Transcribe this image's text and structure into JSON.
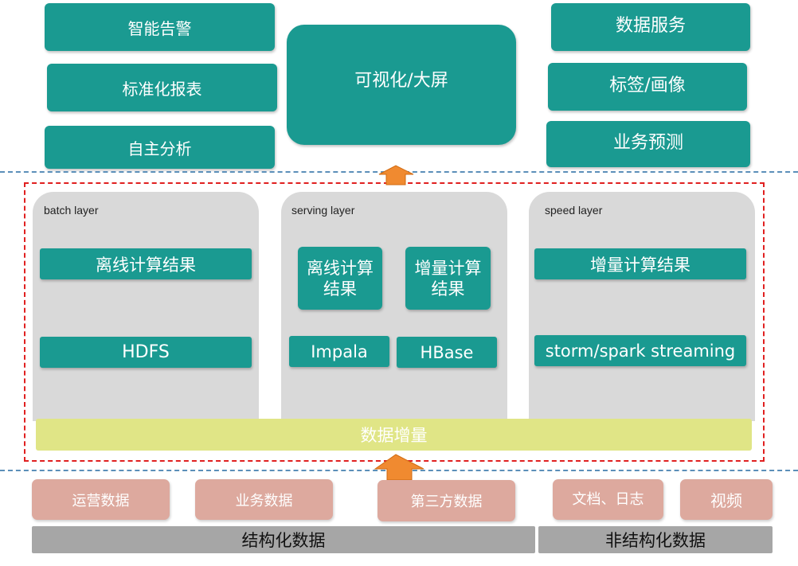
{
  "top_layer": {
    "left": [
      "智能告警",
      "标准化报表",
      "自主分析"
    ],
    "center": "可视化/大屏",
    "right": [
      "数据服务",
      "标签/画像",
      "业务预测"
    ]
  },
  "lambda": {
    "batch_layer": {
      "title": "batch layer",
      "items": [
        "离线计算结果",
        "HDFS"
      ]
    },
    "serving_layer": {
      "title": "serving layer",
      "results": [
        "离线计算\n结果",
        "增量计算\n结果"
      ],
      "stores": [
        "Impala",
        "HBase"
      ]
    },
    "speed_layer": {
      "title": "speed layer",
      "items": [
        "增量计算结果",
        "storm/spark streaming"
      ]
    },
    "increment_bar": "数据增量"
  },
  "sources": {
    "items": [
      "运营数据",
      "业务数据",
      "第三方数据",
      "文档、日志",
      "视频"
    ],
    "structured": "结构化数据",
    "unstructured": "非结构化数据"
  },
  "colors": {
    "teal": "#1a9a91",
    "panel": "#d9d9d9",
    "increment": "#e0e586",
    "source": "#dda99e",
    "category": "#a6a6a6",
    "arrow": "#f08a30",
    "frame": "#e02020",
    "divider": "#5b8fb9"
  }
}
